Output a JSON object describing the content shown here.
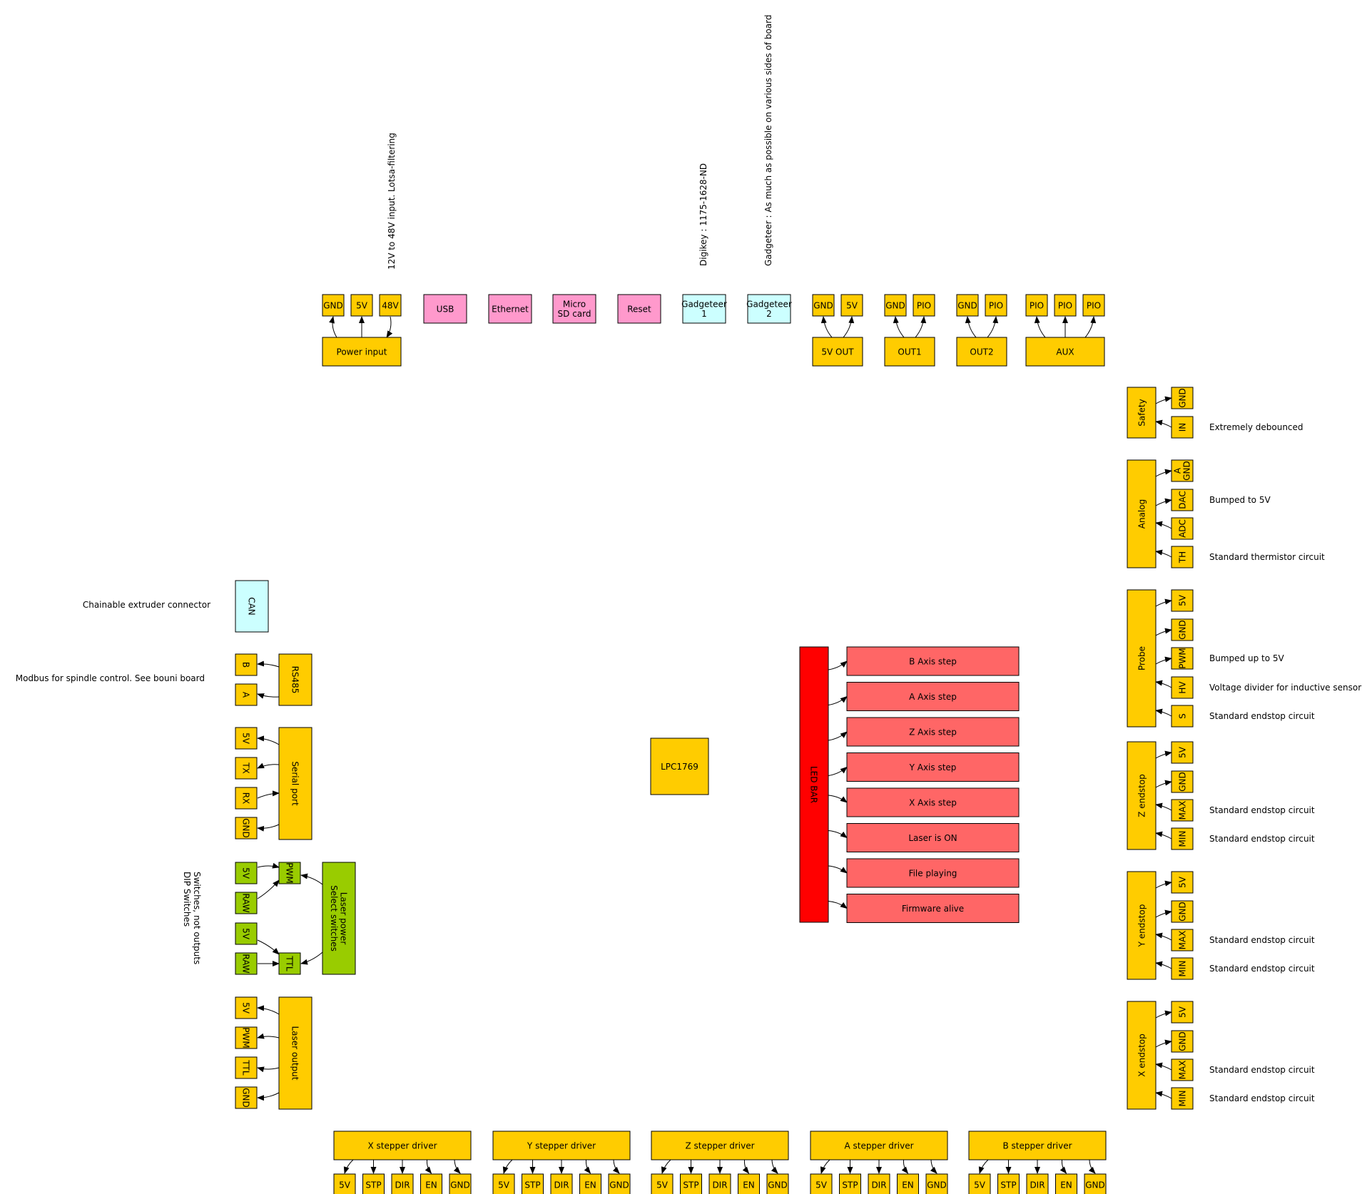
{
  "colors": {
    "orange": "#ffcc00",
    "pink": "#ff99cc",
    "cyan": "#ccffff",
    "green": "#99cc00",
    "red": "#ff0000",
    "salmon": "#ff6666"
  },
  "notes": {
    "power_input": "12V to 48V input. Lotsa-filtering",
    "digikey": "Digikey :  1175-1628-ND",
    "gadgeteer": "Gadgeteer : As much as possible on various sides of board",
    "can": "Chainable extruder connector",
    "rs485": "Modbus for spindle control. See bouni board",
    "switches": "Switches, not outputs",
    "dip": "DIP Switches",
    "safety_in": "Extremely debounced",
    "analog_dac": "Bumped to 5V",
    "analog_th": "Standard thermistor circuit",
    "probe_pwm": "Bumped up to 5V",
    "probe_hv": "Voltage divider for inductive sensor",
    "probe_s": "Standard endstop circuit",
    "z_max": "Standard endstop circuit",
    "z_min": "Standard endstop circuit",
    "y_max": "Standard endstop circuit",
    "y_min": "Standard endstop circuit",
    "x_max": "Standard endstop circuit",
    "x_min": "Standard endstop circuit"
  },
  "top": {
    "power": {
      "label": "Power input",
      "pins": [
        "GND",
        "5V",
        "48V"
      ]
    },
    "usb": "USB",
    "ethernet": "Ethernet",
    "microsd": [
      "Micro",
      "SD card"
    ],
    "reset": "Reset",
    "gadgeteer1": [
      "Gadgeteer",
      "1"
    ],
    "gadgeteer2": [
      "Gadgeteer",
      "2"
    ],
    "out5v": {
      "label": "5V OUT",
      "pins": [
        "GND",
        "5V"
      ]
    },
    "out1": {
      "label": "OUT1",
      "pins": [
        "GND",
        "PIO"
      ]
    },
    "out2": {
      "label": "OUT2",
      "pins": [
        "GND",
        "PIO"
      ]
    },
    "aux": {
      "label": "AUX",
      "pins": [
        "PIO",
        "PIO",
        "PIO"
      ]
    }
  },
  "left": {
    "can": "CAN",
    "rs485": {
      "label": "RS485",
      "pins": [
        "B",
        "A"
      ]
    },
    "serial": {
      "label": "Serial port",
      "pins": [
        "5V",
        "TX",
        "RX",
        "GND"
      ]
    },
    "laser_power": {
      "label": [
        "Laser power",
        "Select switches"
      ],
      "pins": [
        "5V",
        "RAW",
        "5V",
        "RAW"
      ],
      "mid": [
        "PWM",
        "TTL"
      ]
    },
    "laser_output": {
      "label": "Laser output",
      "pins": [
        "5V",
        "PWM",
        "TTL",
        "GND"
      ]
    }
  },
  "center": {
    "mcu": "LPC1769",
    "ledbar": "LED BAR",
    "leds": [
      "B Axis step",
      "A Axis step",
      "Z Axis step",
      "Y Axis step",
      "X Axis step",
      "Laser is ON",
      "File playing",
      "Firmware alive"
    ]
  },
  "right": {
    "safety": {
      "label": "Safety",
      "pins": [
        "GND",
        "IN"
      ]
    },
    "analog": {
      "label": "Analog",
      "pins": [
        "A GND",
        "DAC",
        "ADC",
        "TH"
      ]
    },
    "probe": {
      "label": "Probe",
      "pins": [
        "5V",
        "GND",
        "PWM",
        "HV",
        "S"
      ]
    },
    "zend": {
      "label": "Z endstop",
      "pins": [
        "5V",
        "GND",
        "MAX",
        "MIN"
      ]
    },
    "yend": {
      "label": "Y endstop",
      "pins": [
        "5V",
        "GND",
        "MAX",
        "MIN"
      ]
    },
    "xend": {
      "label": "X endstop",
      "pins": [
        "5V",
        "GND",
        "MAX",
        "MIN"
      ]
    }
  },
  "bottom": {
    "drivers": [
      {
        "label": "X stepper driver",
        "pins": [
          "5V",
          "STP",
          "DIR",
          "EN",
          "GND"
        ]
      },
      {
        "label": "Y stepper driver",
        "pins": [
          "5V",
          "STP",
          "DIR",
          "EN",
          "GND"
        ]
      },
      {
        "label": "Z stepper driver",
        "pins": [
          "5V",
          "STP",
          "DIR",
          "EN",
          "GND"
        ]
      },
      {
        "label": "A stepper driver",
        "pins": [
          "5V",
          "STP",
          "DIR",
          "EN",
          "GND"
        ]
      },
      {
        "label": "B stepper driver",
        "pins": [
          "5V",
          "STP",
          "DIR",
          "EN",
          "GND"
        ]
      }
    ]
  }
}
